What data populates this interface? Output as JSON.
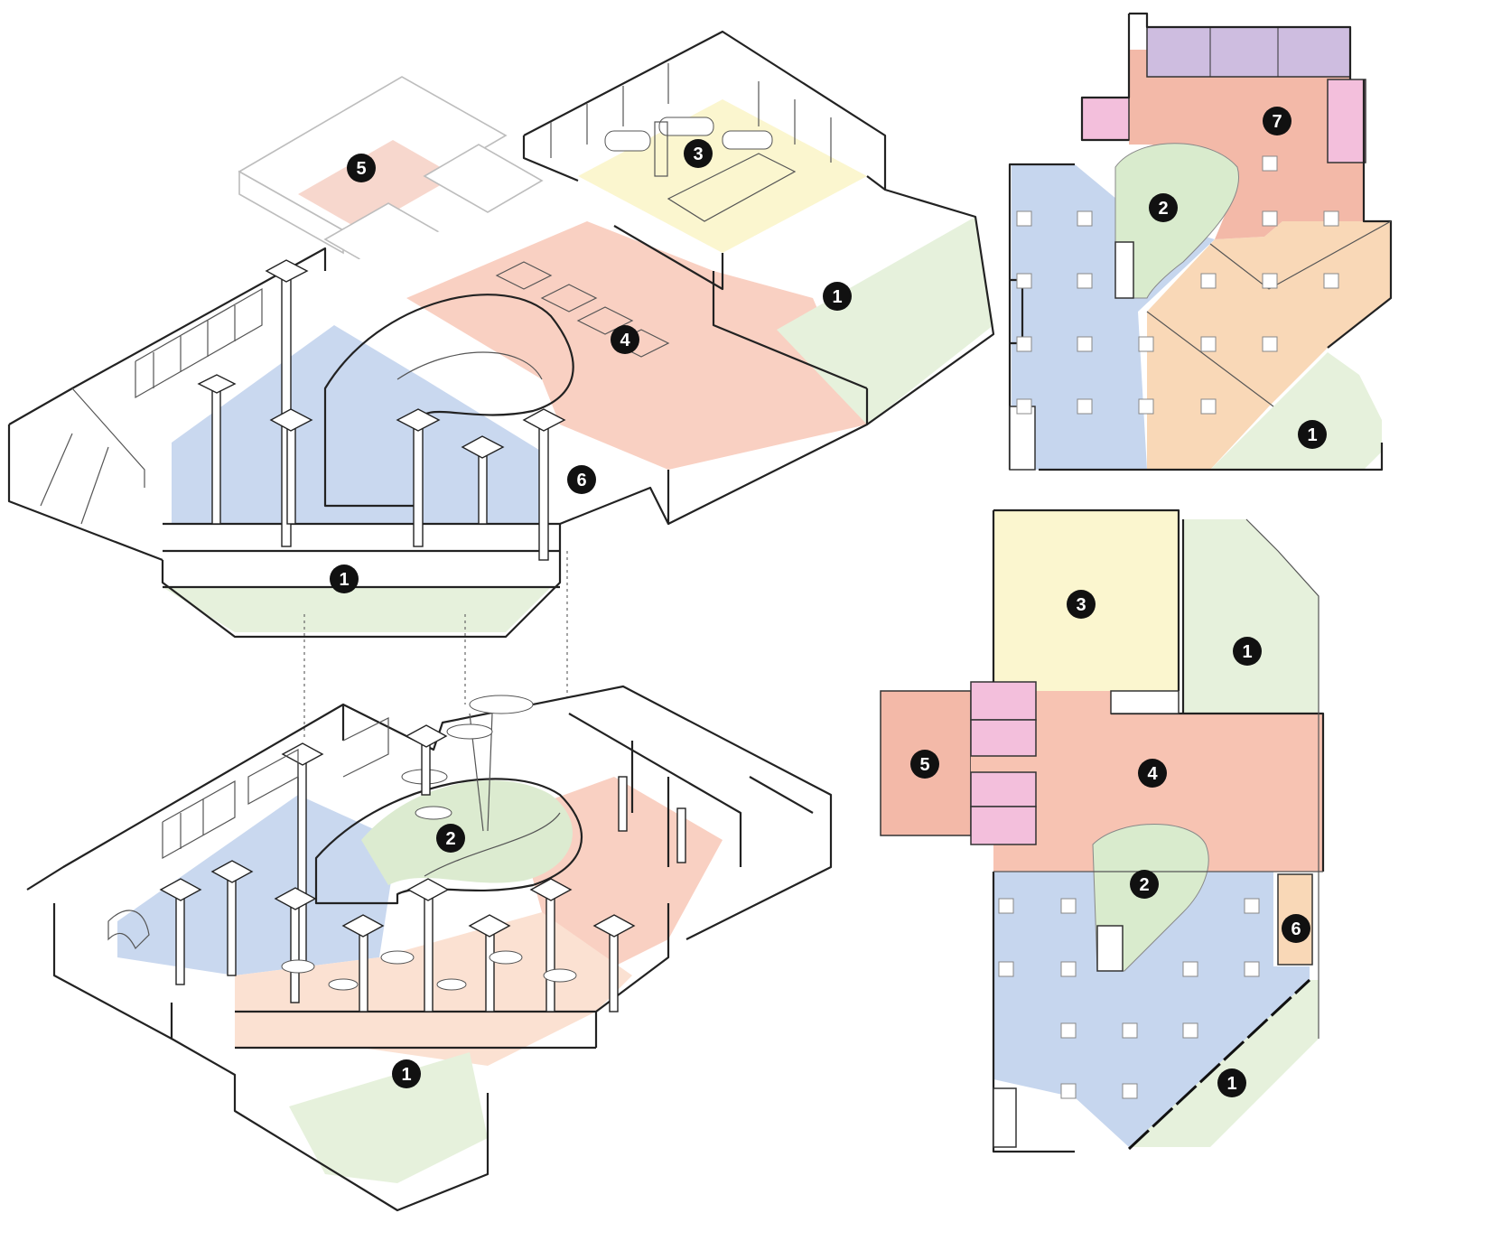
{
  "colors": {
    "zone1": "#e6f1dc",
    "zone2": "#d9ebcd",
    "zone3": "#fbf6cf",
    "zone4": "#f8c8b8",
    "zone5": "#f7cfc4",
    "zone6": "#f6d6ae",
    "zone7": "#f3b9a8",
    "blue": "#c6d6ee",
    "orange": "#f9d8b7",
    "pink": "#f3bfdc",
    "purple": "#cebde0"
  },
  "diagram": {
    "upper_axo": {
      "badges": [
        "5",
        "3",
        "1",
        "4",
        "6",
        "1"
      ]
    },
    "lower_axo": {
      "badges": [
        "2",
        "1"
      ]
    },
    "plan_upper": {
      "badges": [
        "7",
        "2",
        "1"
      ]
    },
    "plan_lower": {
      "badges": [
        "3",
        "1",
        "5",
        "4",
        "2",
        "6",
        "1"
      ]
    }
  }
}
